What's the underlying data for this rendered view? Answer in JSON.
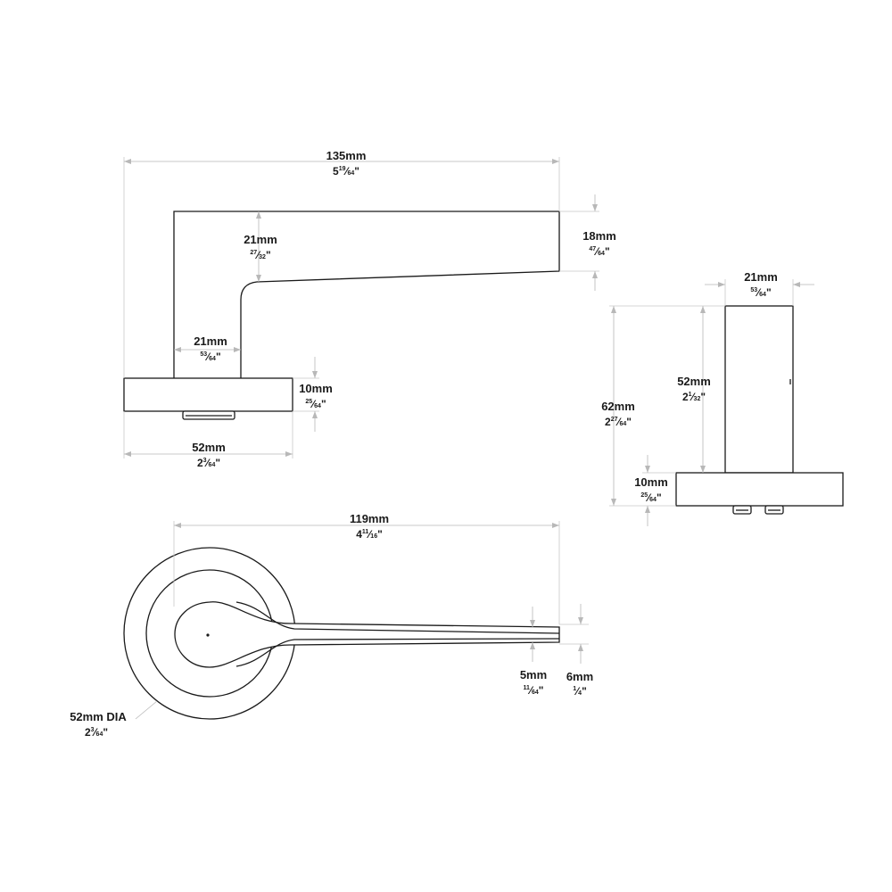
{
  "side_view": {
    "overall_length": {
      "mm": "135mm",
      "in_whole": "5",
      "in_num": "19",
      "in_den": "64",
      "in_mark": "\""
    },
    "lever_end_height": {
      "mm": "18mm",
      "in_whole": "",
      "in_num": "47",
      "in_den": "64",
      "in_mark": "\""
    },
    "lever_root_height": {
      "mm": "21mm",
      "in_whole": "",
      "in_num": "27",
      "in_den": "32",
      "in_mark": "\""
    },
    "neck_width": {
      "mm": "21mm",
      "in_whole": "",
      "in_num": "53",
      "in_den": "64",
      "in_mark": "\""
    },
    "rose_thickness": {
      "mm": "10mm",
      "in_whole": "",
      "in_num": "25",
      "in_den": "64",
      "in_mark": "\""
    },
    "rose_diameter": {
      "mm": "52mm",
      "in_whole": "2",
      "in_num": "3",
      "in_den": "64",
      "in_mark": "\""
    }
  },
  "end_view": {
    "neck_width": {
      "mm": "21mm",
      "in_whole": "",
      "in_num": "53",
      "in_den": "64",
      "in_mark": "\""
    },
    "neck_height": {
      "mm": "52mm",
      "in_whole": "2",
      "in_num": "1",
      "in_den": "32",
      "in_mark": "\""
    },
    "overall_height": {
      "mm": "62mm",
      "in_whole": "2",
      "in_num": "27",
      "in_den": "64",
      "in_mark": "\""
    },
    "rose_thickness": {
      "mm": "10mm",
      "in_whole": "",
      "in_num": "25",
      "in_den": "64",
      "in_mark": "\""
    }
  },
  "top_view": {
    "projection": {
      "mm": "119mm",
      "in_whole": "4",
      "in_num": "11",
      "in_den": "16",
      "in_mark": "\""
    },
    "tip_inner": {
      "mm": "5mm",
      "in_whole": "",
      "in_num": "11",
      "in_den": "64",
      "in_mark": "\""
    },
    "tip_outer": {
      "mm": "6mm",
      "in_whole": "",
      "in_num": "1",
      "in_den": "4",
      "in_mark": "\""
    },
    "rose_diameter": {
      "mm": "52mm DIA",
      "in_whole": "2",
      "in_num": "3",
      "in_den": "64",
      "in_mark": "\""
    }
  }
}
